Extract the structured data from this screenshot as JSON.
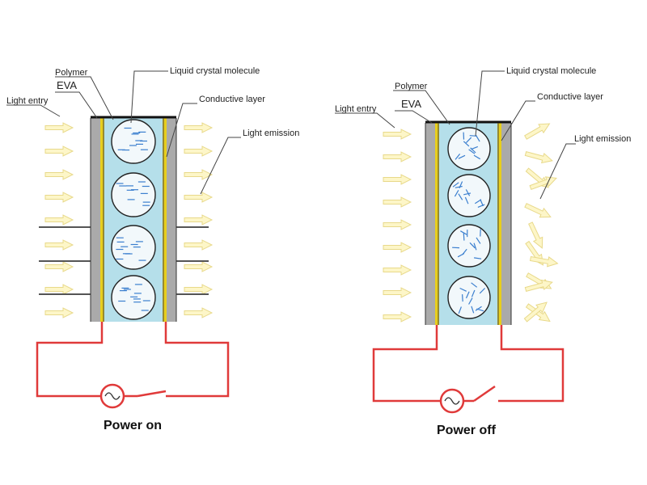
{
  "colors": {
    "arrow_fill": "#fdf6c8",
    "arrow_stroke": "#e8d98a",
    "liquid": "#b5dfea",
    "glass": "#aaaaaa",
    "eva_conductive": "#e8cf1c",
    "droplet_fill": "#f2f8fb",
    "molecule": "#3b7fcf",
    "circuit": "#e03a3a",
    "electrode": "#555555"
  },
  "panels": [
    {
      "id": "power-on",
      "caption": "Power on",
      "labels": {
        "polymer": "Polymer",
        "eva": "EVA",
        "liquid_crystal": "Liquid crystal molecule",
        "conductive_layer": "Conductive layer",
        "light_entry": "Light entry",
        "light_emission": "Light emission"
      },
      "molecule_state": "aligned",
      "emission_state": "straight"
    },
    {
      "id": "power-off",
      "caption": "Power off",
      "labels": {
        "polymer": "Polymer",
        "eva": "EVA",
        "liquid_crystal": "Liquid crystal molecule",
        "conductive_layer": "Conductive layer",
        "light_entry": "Light entry",
        "light_emission": "Light emission"
      },
      "molecule_state": "random",
      "emission_state": "scattered"
    }
  ]
}
